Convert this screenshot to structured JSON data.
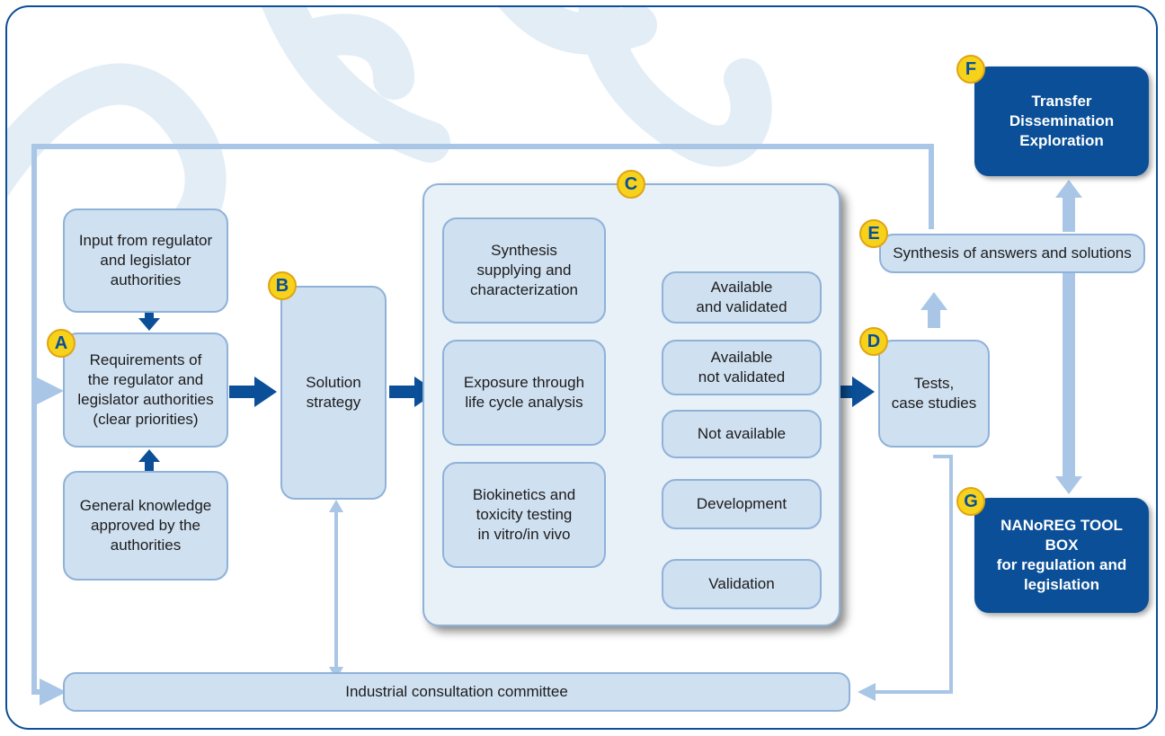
{
  "nodes": {
    "input_regulator": "Input from regulator\nand legislator\nauthorities",
    "requirements": "Requirements of\nthe regulator and\nlegislator authorities\n(clear priorities)",
    "general_knowledge": "General knowledge\napproved by the\nauthorities",
    "solution_strategy": "Solution\nstrategy",
    "synthesis_supplying": "Synthesis\nsupplying and\ncharacterization",
    "exposure": "Exposure through\nlife cycle analysis",
    "biokinetics": "Biokinetics and\ntoxicity testing\nin vitro/in vivo",
    "available_validated": "Available\nand validated",
    "available_not_validated": "Available\nnot validated",
    "not_available": "Not available",
    "development": "Development",
    "validation": "Validation",
    "tests": "Tests,\ncase studies",
    "synthesis_answers": "Synthesis of answers and solutions",
    "transfer": "Transfer\nDissemination\nExploration",
    "toolbox": "NANoREG TOOL BOX\nfor regulation and\nlegislation",
    "committee": "Industrial consultation committee"
  },
  "badges": {
    "a": "A",
    "b": "B",
    "c": "C",
    "d": "D",
    "e": "E",
    "f": "F",
    "g": "G"
  },
  "colors": {
    "dark_blue": "#0a4f97",
    "light_box": "#cfe0f1",
    "box_border": "#8fb2d8",
    "light_arrow": "#a9c6e6",
    "badge_yellow": "#f7d21b"
  }
}
